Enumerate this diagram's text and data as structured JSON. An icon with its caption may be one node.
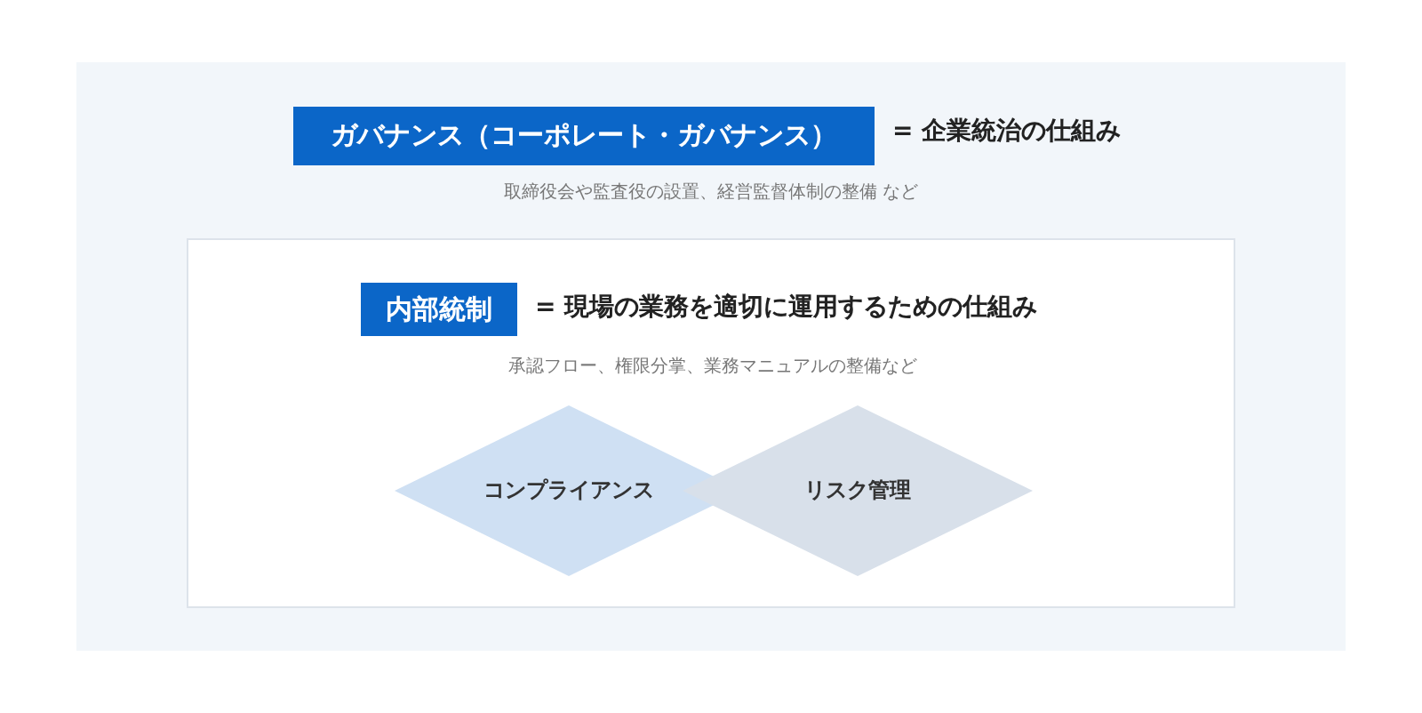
{
  "diagram": {
    "nodes": [
      {
        "text": [
          "= 企業統治の仕組み",
          "取締役会や監査役の設置、経営監督体制の整備 など"
        ]
      },
      {
        "text": [
          "ガバナンス（コーポレート・ガバナンス）"
        ],
        "in": 0
      },
      {
        "text": [
          "= 現場の業務を適切に運用するための仕組み",
          "承認フロー、権限分掌、業務マニュアルの整備など"
        ],
        "in": 0
      },
      {
        "text": [
          "内部統制"
        ],
        "in": 2
      },
      {
        "text": [
          "コンプライアンス"
        ],
        "in": 2
      },
      {
        "text": [
          "リスク管理"
        ],
        "in": 2
      }
    ],
    "edges": []
  }
}
